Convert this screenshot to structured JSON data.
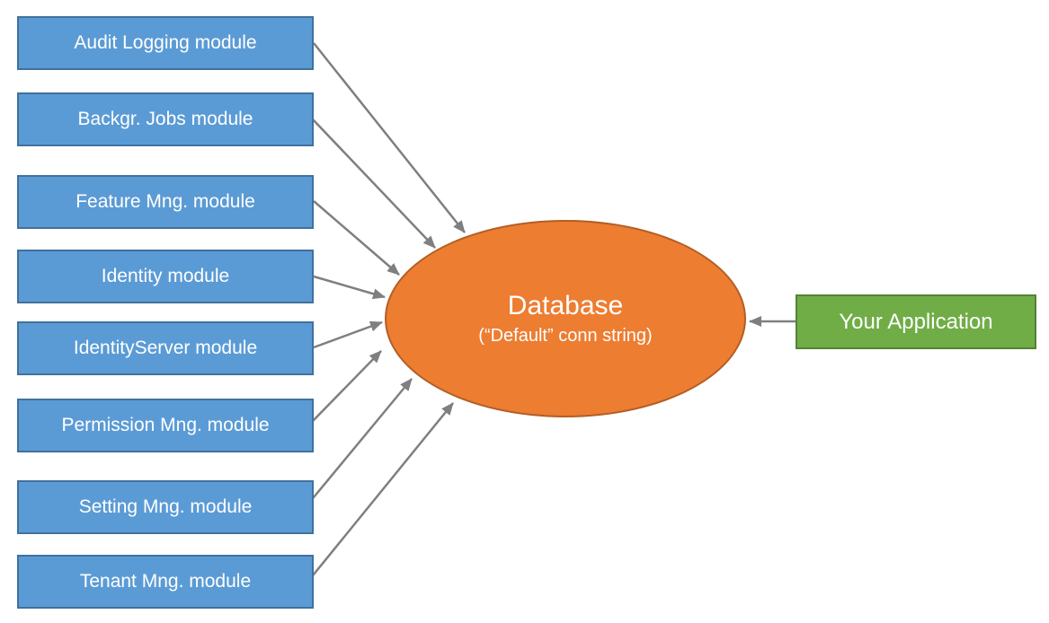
{
  "diagram": {
    "modules": [
      {
        "label": "Audit Logging module"
      },
      {
        "label": "Backgr. Jobs module"
      },
      {
        "label": "Feature Mng. module"
      },
      {
        "label": "Identity module"
      },
      {
        "label": "IdentityServer module"
      },
      {
        "label": "Permission Mng. module"
      },
      {
        "label": "Setting Mng. module"
      },
      {
        "label": "Tenant Mng. module"
      }
    ],
    "database": {
      "title": "Database",
      "subtitle": "(“Default” conn string)"
    },
    "application": {
      "label": "Your Application"
    },
    "colors": {
      "module_fill": "#5B9BD5",
      "module_border": "#41719C",
      "database_fill": "#ED7D31",
      "database_border": "#B25E25",
      "application_fill": "#70AD47",
      "application_border": "#548235",
      "arrow": "#7F7F7F",
      "text": "#FFFFFF"
    }
  }
}
